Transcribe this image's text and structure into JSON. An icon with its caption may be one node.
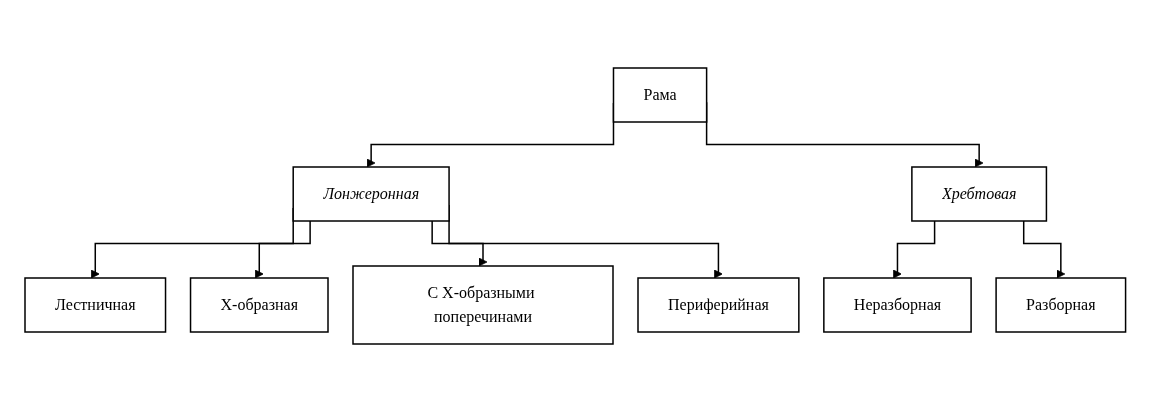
{
  "diagram": {
    "nodes": [
      {
        "text": [
          "Рама"
        ]
      },
      {
        "text": [
          "Лонжеронная"
        ]
      },
      {
        "text": [
          "Хребтовая"
        ]
      },
      {
        "text": [
          "Лестничная"
        ]
      },
      {
        "text": [
          "Х-образная"
        ]
      },
      {
        "text": [
          "С Х-образными поперечинами"
        ]
      },
      {
        "text": [
          "Периферийная"
        ]
      },
      {
        "text": [
          "Неразборная"
        ]
      },
      {
        "text": [
          "Разборная"
        ]
      }
    ],
    "edges": [
      {
        "from": 0,
        "to": 1,
        "arrow": "to"
      },
      {
        "from": 0,
        "to": 2,
        "arrow": "to"
      },
      {
        "from": 1,
        "to": 3,
        "arrow": "to"
      },
      {
        "from": 1,
        "to": 4,
        "arrow": "to"
      },
      {
        "from": 1,
        "to": 5,
        "arrow": "to"
      },
      {
        "from": 1,
        "to": 6,
        "arrow": "to"
      },
      {
        "from": 2,
        "to": 7,
        "arrow": "to"
      },
      {
        "from": 2,
        "to": 8,
        "arrow": "to"
      }
    ]
  }
}
